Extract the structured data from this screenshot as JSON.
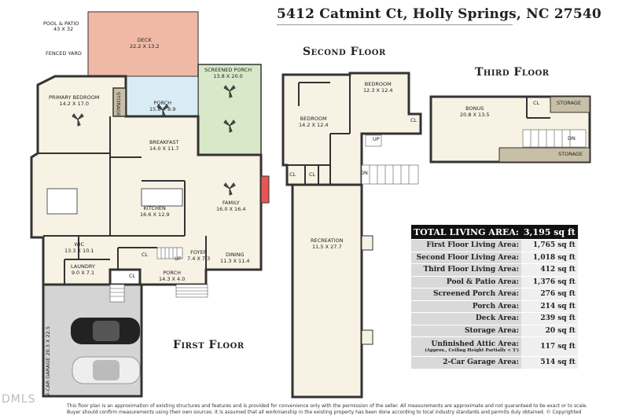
{
  "address": "5412 Catmint Ct, Holly Springs, NC 27540",
  "floors": {
    "first": "First Floor",
    "second": "Second Floor",
    "third": "Third Floor"
  },
  "exterior_labels": {
    "pool_title": "POOL & PATIO",
    "pool_dim": "43 X 32",
    "fenced": "FENCED YARD"
  },
  "rooms_first": [
    {
      "name": "DECK",
      "dim": "22.2 X 13.2"
    },
    {
      "name": "SCREENED PORCH",
      "dim": "13.8 X 20.0"
    },
    {
      "name": "PRIMARY BEDROOM",
      "dim": "14.2 X 17.0"
    },
    {
      "name": "STORAGE",
      "dim": ""
    },
    {
      "name": "PORCH",
      "dim": "15.8 X 8.9"
    },
    {
      "name": "BREAKFAST",
      "dim": "14.0 X 11.7"
    },
    {
      "name": "KITCHEN",
      "dim": "16.6 X 12.9"
    },
    {
      "name": "FAMILY",
      "dim": "16.0 X 16.4"
    },
    {
      "name": "WIC",
      "dim": "13.3 X 10.1"
    },
    {
      "name": "LAUNDRY",
      "dim": "9.0 X 7.1"
    },
    {
      "name": "FOYER",
      "dim": "7.4 X 7.3"
    },
    {
      "name": "DINING",
      "dim": "11.3 X 11.4"
    },
    {
      "name": "PORCH",
      "dim": "14.3 X 4.0"
    },
    {
      "name": "2-CAR GARAGE",
      "dim": "20.3 X 22.5"
    },
    {
      "name": "CL",
      "dim": ""
    },
    {
      "name": "CL",
      "dim": ""
    },
    {
      "name": "UP",
      "dim": ""
    }
  ],
  "rooms_second": [
    {
      "name": "BEDROOM",
      "dim": "12.3 X 12.4"
    },
    {
      "name": "BEDROOM",
      "dim": "14.2 X 12.4"
    },
    {
      "name": "RECREATION",
      "dim": "11.5 X 27.7"
    },
    {
      "name": "CL",
      "dim": ""
    },
    {
      "name": "CL",
      "dim": ""
    },
    {
      "name": "CL",
      "dim": ""
    },
    {
      "name": "UP",
      "dim": ""
    },
    {
      "name": "DN",
      "dim": ""
    }
  ],
  "rooms_third": [
    {
      "name": "BONUS",
      "dim": "20.8 X 13.5"
    },
    {
      "name": "CL",
      "dim": ""
    },
    {
      "name": "STORAGE",
      "dim": ""
    },
    {
      "name": "STORAGE",
      "dim": ""
    },
    {
      "name": "DN",
      "dim": ""
    }
  ],
  "area_table": {
    "header_label": "TOTAL LIVING AREA:",
    "header_value": "3,195 sq ft",
    "rows": [
      {
        "label": "First Floor Living Area:",
        "value": "1,765 sq ft"
      },
      {
        "label": "Second Floor Living Area:",
        "value": "1,018 sq ft"
      },
      {
        "label": "Third Floor Living Area:",
        "value": "412 sq ft"
      },
      {
        "label": "Pool & Patio Area:",
        "value": "1,376 sq ft"
      },
      {
        "label": "Screened Porch Area:",
        "value": "276 sq ft"
      },
      {
        "label": "Porch Area:",
        "value": "214 sq ft"
      },
      {
        "label": "Deck Area:",
        "value": "239 sq ft"
      },
      {
        "label": "Storage Area:",
        "value": "20 sq ft"
      },
      {
        "label": "Unfinished Attic Area:",
        "value": "117 sq ft",
        "note": "(Approx., Ceiling Height Partially < 5')"
      },
      {
        "label": "2-Car Garage Area:",
        "value": "514 sq ft"
      }
    ]
  },
  "footer": {
    "line1": "This floor plan is an approximation of existing structures and features and is provided for convenience only with the permission of the seller. All measurements are approximate and not guaranteed to be exact or to scale.",
    "line2": "Buyer should confirm measurements using their own sources. It is assumed that all workmanship in the existing property has been done according to local industry standards and permits duly obtained. © Copyrighted"
  },
  "watermark": "DMLS",
  "colors": {
    "deck": "#efb9a6",
    "porch": "#d9ecf6",
    "screened_porch": "#d8e8c8",
    "garage": "#d4d4d4",
    "floor": "#f7f2e3",
    "storage": "#c8bfa7",
    "wall": "#333333",
    "fireplace": "#e85555"
  }
}
